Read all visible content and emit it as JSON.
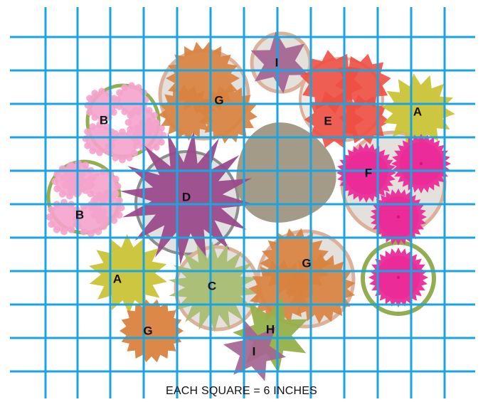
{
  "caption": "EACH SQUARE = 6 INCHES",
  "colors": {
    "grid": "#1aa5e0",
    "A": "#c9c336",
    "B": "#f4a3cb",
    "C": "#a9bd73",
    "D": "#9a4a8a",
    "E": "#ee4f43",
    "F": "#ea2b98",
    "G": "#d9823f",
    "H": "#96b04a",
    "I": "#a56591",
    "rock": "#a39a88",
    "ring_green": "#93ad52",
    "ring_tan": "#ddb09a",
    "ring_gray": "#8d8d8d"
  },
  "plants": [
    {
      "letter": "A"
    },
    {
      "letter": "A"
    },
    {
      "letter": "B"
    },
    {
      "letter": "B"
    },
    {
      "letter": "C"
    },
    {
      "letter": "D"
    },
    {
      "letter": "E"
    },
    {
      "letter": "F"
    },
    {
      "letter": "G"
    },
    {
      "letter": "G"
    },
    {
      "letter": "G"
    },
    {
      "letter": "H"
    },
    {
      "letter": "I"
    },
    {
      "letter": "I"
    }
  ]
}
